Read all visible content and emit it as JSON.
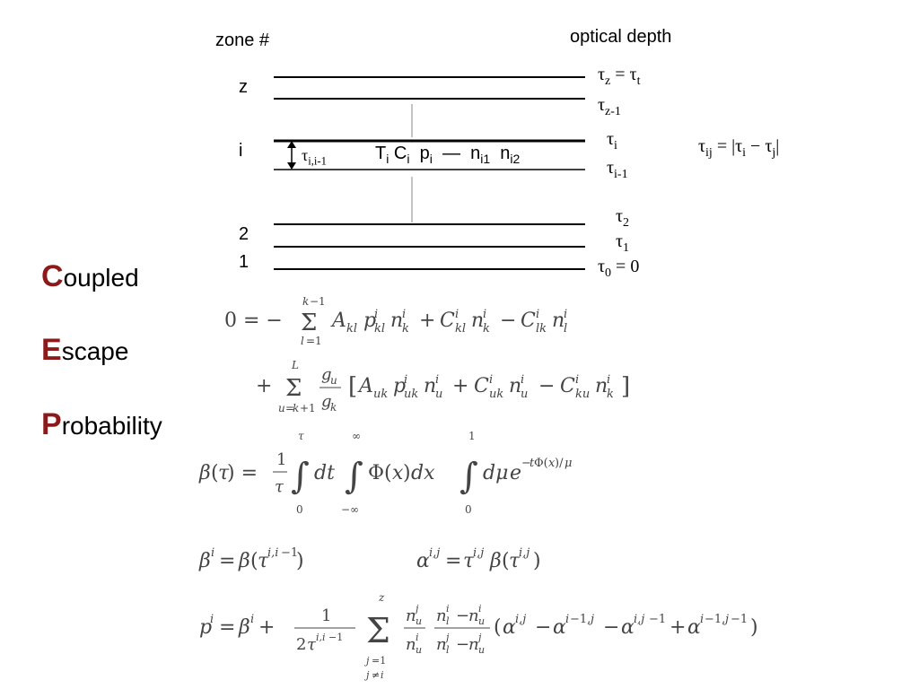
{
  "diagram": {
    "header_zone": "zone #",
    "header_optical": "optical depth",
    "zone_z": "z",
    "zone_i": "i",
    "zone_2": "2",
    "zone_1": "1",
    "tau_z": "τz = τt",
    "tau_z1": "τz-1",
    "tau_i": "τi",
    "tau_i1": "τi-1",
    "tau_2": "τ2",
    "tau_1": "τ1",
    "tau_0": "τ0 = 0",
    "tau_ii1": "τi,i-1",
    "zone_vars": "Ti Ci pi — ni1 ni2",
    "tau_ij": "τij = |τi − τj|"
  },
  "acronym": [
    {
      "initial": "C",
      "rest": "oupled"
    },
    {
      "initial": "E",
      "rest": "scape"
    },
    {
      "initial": "P",
      "rest": "robability"
    }
  ],
  "equations": {
    "eq1": "0 = − Σ_{l=1}^{k−1} A_kl p^i_kl n^i_k + C^i_kl n^i_k − C^i_lk n^i_l",
    "eq2": "+ Σ_{u=k+1}^{L} (g_u/g_k) [A_uk p^i_uk n^i_u + C^i_uk n^i_u − C^i_ku n^i_k]",
    "eq3": "β(τ) = (1/τ) ∫_0^τ dt ∫_{−∞}^{∞} Φ(x)dx ∫_0^1 dμ e^{−tΦ(x)/μ}",
    "eq4a": "β^i = β(τ^{i,i−1})",
    "eq4b": "α^{i,j} = τ^{i,j} β(τ^{i,j})",
    "eq5": "p^i = β^i + 1/(2τ^{i,i−1}) Σ_{j=1, j≠i}^{z} (n^j_u/n^i_u)(n^i_l − n^i_u)/(n^j_l − n^j_u)(α^{i,j} − α^{i−1,j} − α^{i,j−1} + α^{i−1,j−1})"
  }
}
